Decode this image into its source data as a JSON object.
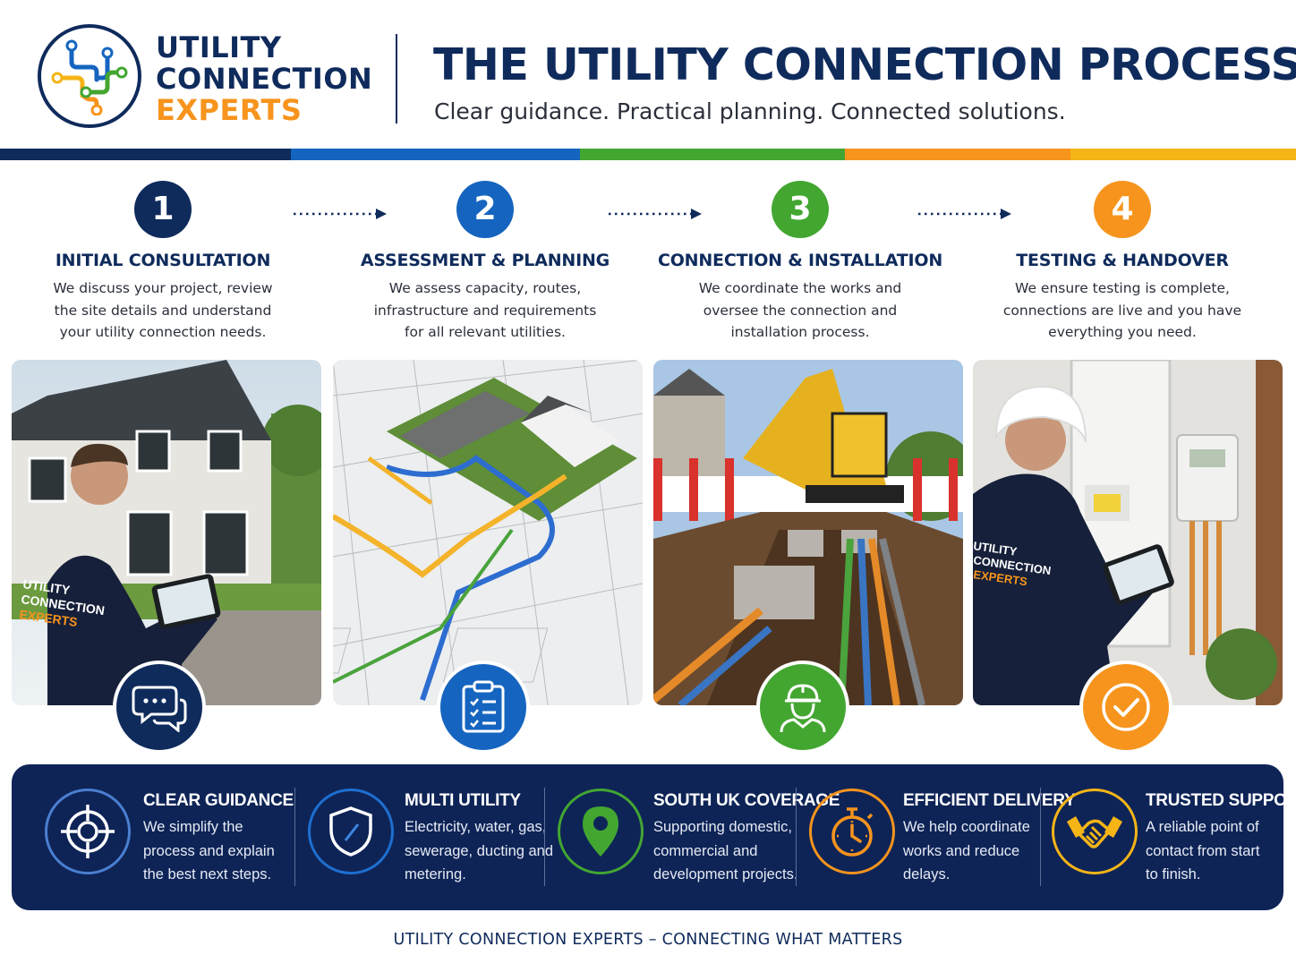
{
  "brand": {
    "line1": "UTILITY",
    "line2": "CONNECTION",
    "line3": "EXPERTS",
    "colors": {
      "navy": "#0f2b5c",
      "blue": "#1565c0",
      "green": "#43a631",
      "orange": "#f7941d",
      "yellow": "#f5b517"
    }
  },
  "header": {
    "title": "THE UTILITY CONNECTION PROCESS",
    "subtitle": "Clear guidance. Practical planning. Connected solutions."
  },
  "steps": [
    {
      "number": "1",
      "title": "INITIAL CONSULTATION",
      "description": "We discuss your project, review the site details and understand your utility connection needs.",
      "color": "#0f2b5c",
      "badge_icon": "chat-bubbles-icon"
    },
    {
      "number": "2",
      "title": "ASSESSMENT & PLANNING",
      "description": "We assess capacity, routes, infrastructure and requirements for all relevant utilities.",
      "color": "#1565c0",
      "badge_icon": "clipboard-checklist-icon"
    },
    {
      "number": "3",
      "title": "CONNECTION & INSTALLATION",
      "description": "We coordinate the works and oversee the connection and installation process.",
      "color": "#43a631",
      "badge_icon": "engineer-hardhat-icon"
    },
    {
      "number": "4",
      "title": "TESTING & HANDOVER",
      "description": "We ensure testing is complete, connections are live and you have everything you need.",
      "color": "#f7941d",
      "badge_icon": "check-circle-icon"
    }
  ],
  "photos": {
    "jacket_line1": "UTILITY",
    "jacket_line2": "CONNECTION",
    "jacket_line3": "EXPERTS"
  },
  "benefits": [
    {
      "title": "CLEAR GUIDANCE",
      "description": "We simplify the process and explain the best next steps.",
      "icon": "target-crosshair-icon",
      "color": "#4a7fd0"
    },
    {
      "title": "MULTI UTILITY",
      "description": "Electricity, water, gas, sewerage, ducting and metering.",
      "icon": "shield-icon",
      "color": "#1e6fd0"
    },
    {
      "title": "SOUTH UK COVERAGE",
      "description": "Supporting domestic, commercial and development projects.",
      "icon": "map-pin-icon",
      "color": "#43a631"
    },
    {
      "title": "EFFICIENT DELIVERY",
      "description": "We help coordinate works and reduce delays.",
      "icon": "stopwatch-icon",
      "color": "#f7941d"
    },
    {
      "title": "TRUSTED SUPPORT",
      "description": "A reliable point of contact from start to finish.",
      "icon": "handshake-icon",
      "color": "#f5b517"
    }
  ],
  "footer": {
    "text": "UTILITY CONNECTION EXPERTS – CONNECTING WHAT MATTERS"
  }
}
